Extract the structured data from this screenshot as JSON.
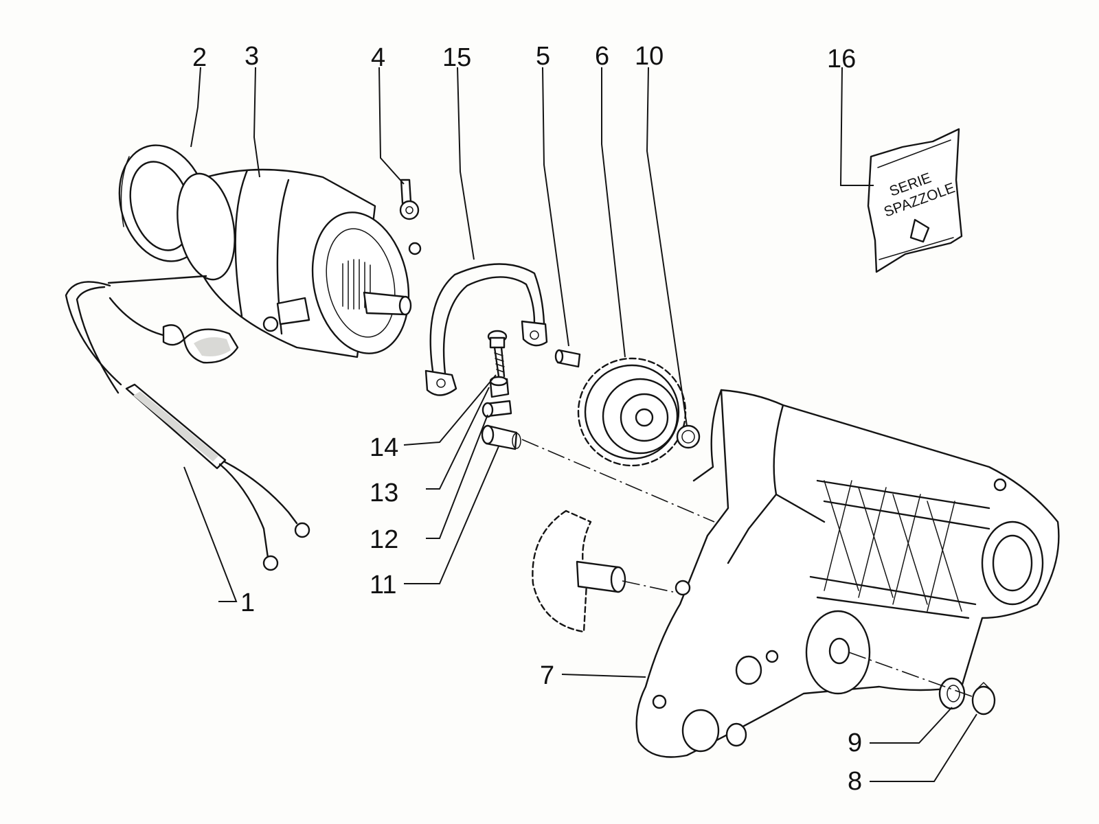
{
  "diagram": {
    "callouts": [
      "1",
      "2",
      "3",
      "4",
      "5",
      "6",
      "7",
      "8",
      "9",
      "10",
      "11",
      "12",
      "13",
      "14",
      "15",
      "16"
    ],
    "packet_text": [
      "SERIE",
      "SPAZZOLE"
    ]
  }
}
